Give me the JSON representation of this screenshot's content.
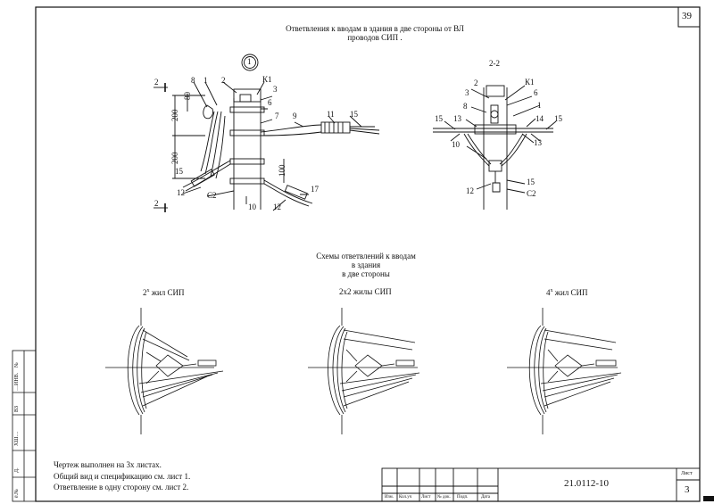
{
  "sheet": {
    "page_number": "39",
    "title_line1": "Ответвления к вводам в здания в две стороны от ВЛ",
    "title_line2": "проводов СИП .",
    "drawing_number": "21.0112-10",
    "sheet_label": "Лист",
    "sheet_value": "3"
  },
  "views": {
    "callout_1": "1",
    "section_label": "2-2",
    "section_mark": "2",
    "dimensions": {
      "d80": "80",
      "d200a": "200",
      "d200b": "200",
      "d100": "100"
    },
    "labels_left": [
      "8",
      "1",
      "2",
      "К1",
      "3",
      "6",
      "7",
      "9",
      "11",
      "15",
      "15",
      "12",
      "С2",
      "10",
      "12",
      "17"
    ],
    "labels_right": [
      "2",
      "К1",
      "3",
      "6",
      "8",
      "1",
      "15",
      "13",
      "14",
      "15",
      "13",
      "10",
      "15",
      "12",
      "С2"
    ]
  },
  "schemes": {
    "heading_line1": "Схемы ответвлений к вводам",
    "heading_line2": "в здания",
    "heading_line3": "в две стороны",
    "scheme1_title": "2",
    "scheme1_sup": "х",
    "scheme1_rest": " жил СИП",
    "scheme2_title": "2х2 жилы СИП",
    "scheme3_title": "4",
    "scheme3_sup": "х",
    "scheme3_rest": " жил СИП"
  },
  "notes": {
    "line1": "Чертеж выполнен на 3х листах.",
    "line2": "Общий вид и спецификацию см. лист 1.",
    "line3": "Ответвление в одну сторону см. лист 2."
  },
  "title_block": {
    "columns": [
      "Изм.",
      "Кол.уч",
      "Лист",
      "№ док.",
      "Подп.",
      "Дата"
    ]
  },
  "side_stamp": [
    "№",
    "…ИНВ.",
    "ВЗ",
    "ХШ…",
    "Д.",
    "ё.№"
  ]
}
